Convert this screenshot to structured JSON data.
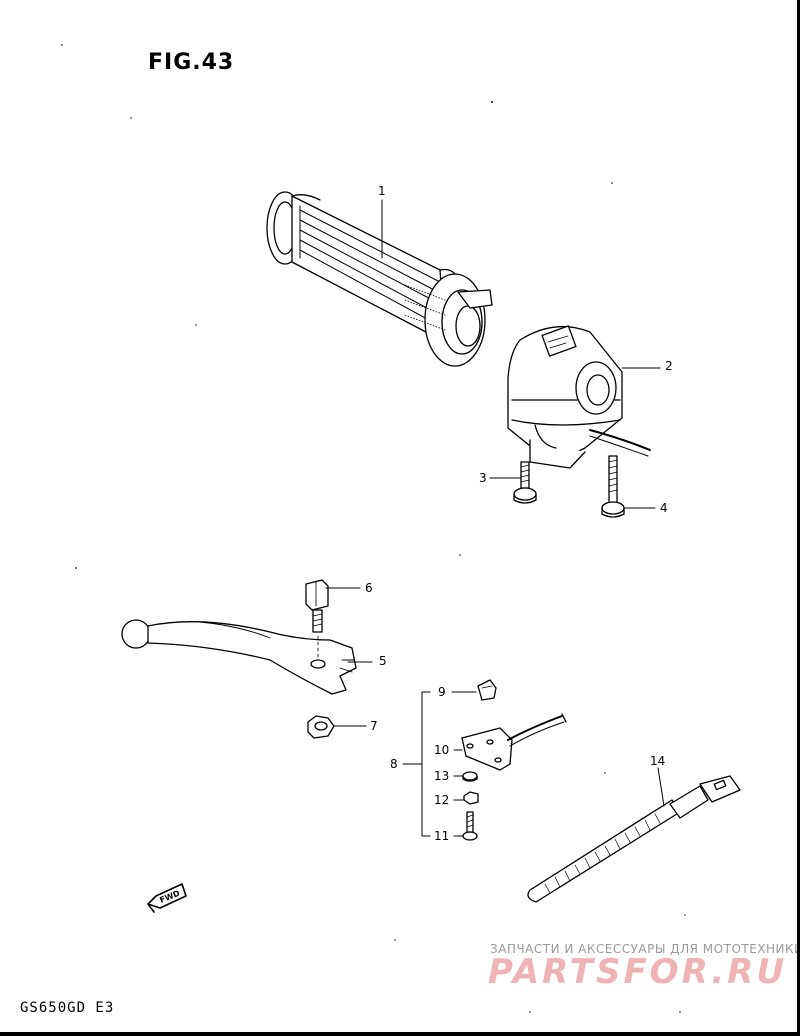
{
  "figure": {
    "title": "FIG.43",
    "model": "GS650GD  E3"
  },
  "fwd_label": "FWD",
  "callouts": [
    {
      "id": "c1",
      "label": "1"
    },
    {
      "id": "c2",
      "label": "2"
    },
    {
      "id": "c3",
      "label": "3"
    },
    {
      "id": "c4",
      "label": "4"
    },
    {
      "id": "c5",
      "label": "5"
    },
    {
      "id": "c6",
      "label": "6"
    },
    {
      "id": "c7",
      "label": "7"
    },
    {
      "id": "c8",
      "label": "8"
    },
    {
      "id": "c9",
      "label": "9"
    },
    {
      "id": "c10",
      "label": "10"
    },
    {
      "id": "c11",
      "label": "11"
    },
    {
      "id": "c12",
      "label": "12"
    },
    {
      "id": "c13",
      "label": "13"
    },
    {
      "id": "c14",
      "label": "14"
    }
  ],
  "watermark": {
    "tagline": "ЗАПЧАСТИ И АКСЕССУАРЫ ДЛЯ МОТОТЕХНИКИ",
    "brand": "PARTSFOR.RU"
  }
}
